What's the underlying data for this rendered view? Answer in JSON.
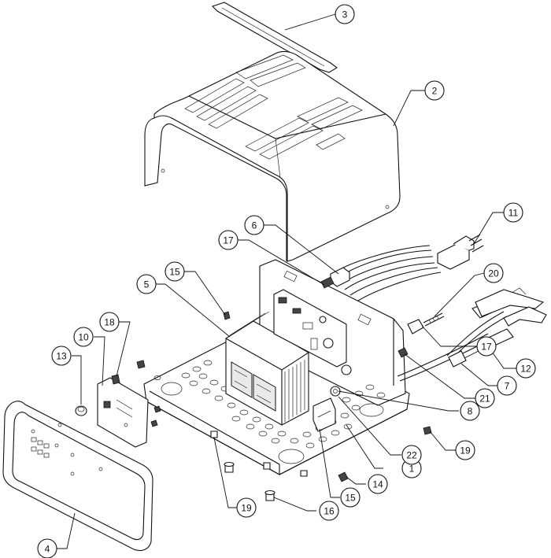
{
  "callouts": [
    {
      "id": "c1",
      "label": "1"
    },
    {
      "id": "c2",
      "label": "2"
    },
    {
      "id": "c3",
      "label": "3"
    },
    {
      "id": "c4",
      "label": "4"
    },
    {
      "id": "c5",
      "label": "5"
    },
    {
      "id": "c6",
      "label": "6"
    },
    {
      "id": "c7",
      "label": "7"
    },
    {
      "id": "c8",
      "label": "8"
    },
    {
      "id": "c10",
      "label": "10"
    },
    {
      "id": "c11",
      "label": "11"
    },
    {
      "id": "c12",
      "label": "12"
    },
    {
      "id": "c13",
      "label": "13"
    },
    {
      "id": "c14",
      "label": "14"
    },
    {
      "id": "c15a",
      "label": "15"
    },
    {
      "id": "c15b",
      "label": "15"
    },
    {
      "id": "c16",
      "label": "16"
    },
    {
      "id": "c17a",
      "label": "17"
    },
    {
      "id": "c17b",
      "label": "17"
    },
    {
      "id": "c18",
      "label": "18"
    },
    {
      "id": "c19a",
      "label": "19"
    },
    {
      "id": "c19b",
      "label": "19"
    },
    {
      "id": "c20",
      "label": "20"
    },
    {
      "id": "c21",
      "label": "21"
    },
    {
      "id": "c22",
      "label": "22"
    }
  ]
}
